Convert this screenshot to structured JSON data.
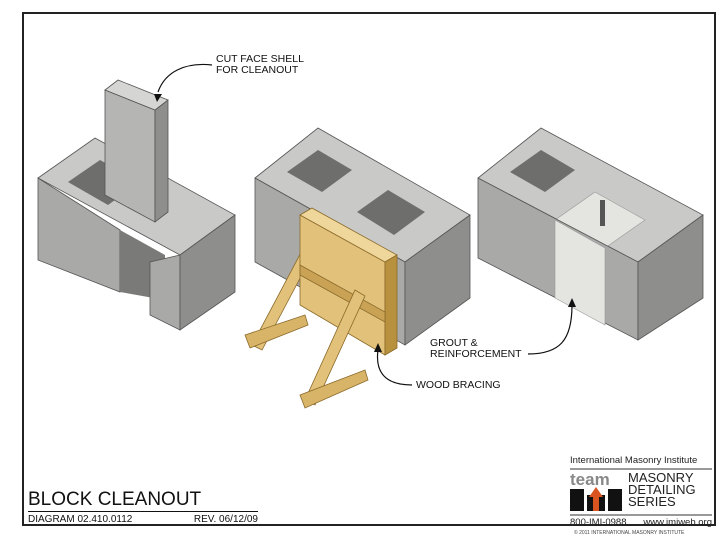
{
  "callouts": {
    "cut_face_shell": "CUT FACE SHELL\nFOR CLEANOUT",
    "wood_bracing": "WOOD BRACING",
    "grout": "GROUT &\nREINFORCEMENT"
  },
  "title_block": {
    "title": "BLOCK CLEANOUT",
    "diagram": "DIAGRAM 02.410.0112",
    "rev": "REV. 06/12/09"
  },
  "logo": {
    "org": "International Masonry Institute",
    "team": "team",
    "series": "MASONRY\nDETAILING\nSERIES",
    "phone": "800-IMI-0988",
    "web": "www.imiweb.org"
  },
  "copyright": "© 2011 INTERNATIONAL MASONRY INSTITUTE",
  "colors": {
    "block_top": "#c9c9c7",
    "block_front": "#a9a9a7",
    "block_side": "#8e8e8c",
    "hole": "#6e6e6c",
    "wood": "#e2c27a",
    "wood_dark": "#b8913e",
    "grout": "#e4e4e0"
  }
}
